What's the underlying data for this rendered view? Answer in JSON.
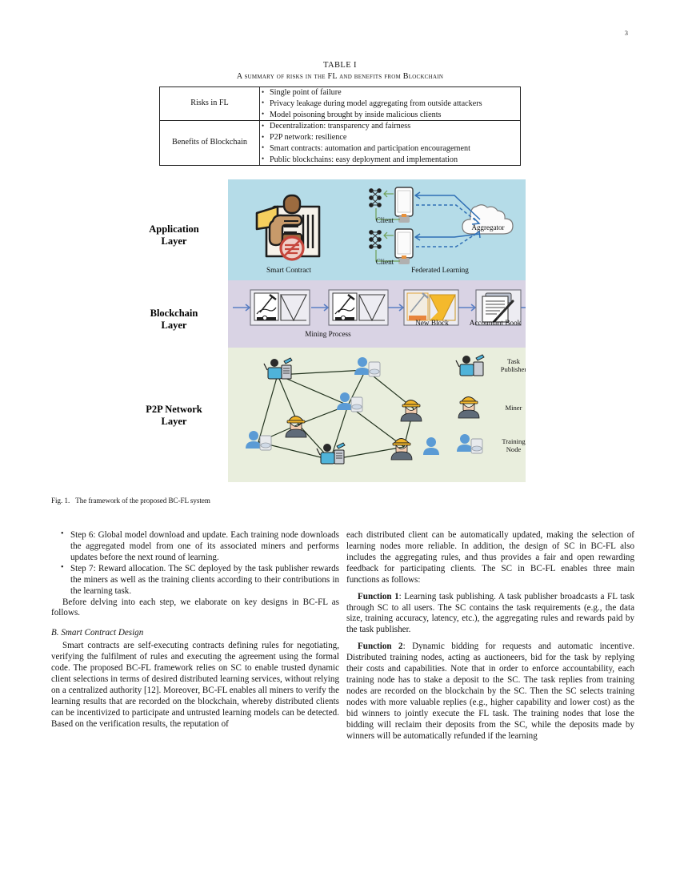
{
  "page": {
    "number": "3"
  },
  "table": {
    "caption_line1": "TABLE I",
    "caption_line2": "A summary of risks in the FL and benefits from Blockchain",
    "rows": [
      {
        "header": "Risks in FL",
        "items": [
          "Single point of failure",
          "Privacy leakage during model aggregating from outside attackers",
          "Model poisoning brought by inside malicious clients"
        ]
      },
      {
        "header": "Benefits of Blockchain",
        "items": [
          "Decentralization: transparency and fairness",
          "P2P network: resilience",
          "Smart contracts: automation and participation encouragement",
          "Public blockchains: easy deployment and implementation"
        ]
      }
    ]
  },
  "figure": {
    "layers": [
      {
        "label": "Application\nLayer",
        "label_line1": "Application",
        "label_line2": "Layer",
        "color": "#b5dce8"
      },
      {
        "label": "Blockchain\nLayer",
        "label_line1": "Blockchain",
        "label_line2": "Layer",
        "color": "#d9d3e4"
      },
      {
        "label": "P2P Network\nLayer",
        "label_line1": "P2P Network",
        "label_line2": "Layer",
        "color": "#e9eedd"
      }
    ],
    "application": {
      "smart_contract_caption": "Smart Contract",
      "federated_learning_caption": "Federated Learning",
      "client_label_1": "Client",
      "client_label_2": "Client",
      "aggregator_label": "Aggregator"
    },
    "blockchain": {
      "mining_caption": "Mining Process",
      "new_block_caption": "New Block",
      "accountant_book_caption": "Accountant Book"
    },
    "p2p": {
      "legend": [
        {
          "line1": "Task",
          "line2": "Publisher"
        },
        {
          "line1": "Miner",
          "line2": ""
        },
        {
          "line1": "Training",
          "line2": "Node"
        }
      ]
    },
    "caption_lead": "Fig. 1.",
    "caption_text": "The framework of the proposed BC-FL system"
  },
  "body": {
    "left": {
      "steps": [
        "Step 6: Global model download and update. Each training node downloads the aggregated model from one of its associated miners and performs updates before the next round of learning.",
        "Step 7: Reward allocation. The SC deployed by the task publisher rewards the miners as well as the training clients according to their contributions in the learning task."
      ],
      "para_after_steps": "Before delving into each step, we elaborate on key designs in BC-FL as follows.",
      "section_heading": "B.  Smart Contract Design",
      "section_para": "Smart contracts are self-executing contracts defining rules for negotiating, verifying the fulfilment of rules and executing the agreement using the formal code. The proposed BC-FL framework relies on SC to enable trusted dynamic client selections in terms of desired distributed learning services, without relying on a centralized authority [12]. Moreover, BC-FL enables all miners to verify the learning results that are recorded on the blockchain, whereby distributed clients can be incentivized to participate and untrusted learning models can be detected. Based on the verification results, the reputation of"
    },
    "right": {
      "para_continued": "each distributed client can be automatically updated, making the selection of learning nodes more reliable. In addition, the design of SC in BC-FL also includes the aggregating rules, and thus provides a fair and open rewarding feedback for participating clients. The SC in BC-FL enables three main functions as follows:",
      "function1_label": "Function 1",
      "function1_text": ": Learning task publishing. A task publisher broadcasts a FL task through SC to all users. The SC contains the task requirements (e.g., the data size, training accuracy, latency, etc.), the aggregating rules and rewards paid by the task publisher.",
      "function2_label": "Function 2",
      "function2_text": ": Dynamic bidding for requests and automatic incentive. Distributed training nodes, acting as auctioneers, bid for the task by replying their costs and capabilities. Note that in order to enforce accountability, each training node has to stake a deposit to the SC. The task replies from training nodes are recorded on the blockchain by the SC. Then the SC selects training nodes with more valuable replies (e.g., higher capability and lower cost) as the bid winners to jointly execute the FL task. The training nodes that lose the bidding will reclaim their deposits from the SC, while the deposits made by winners will be automatically refunded if the learning"
    }
  }
}
